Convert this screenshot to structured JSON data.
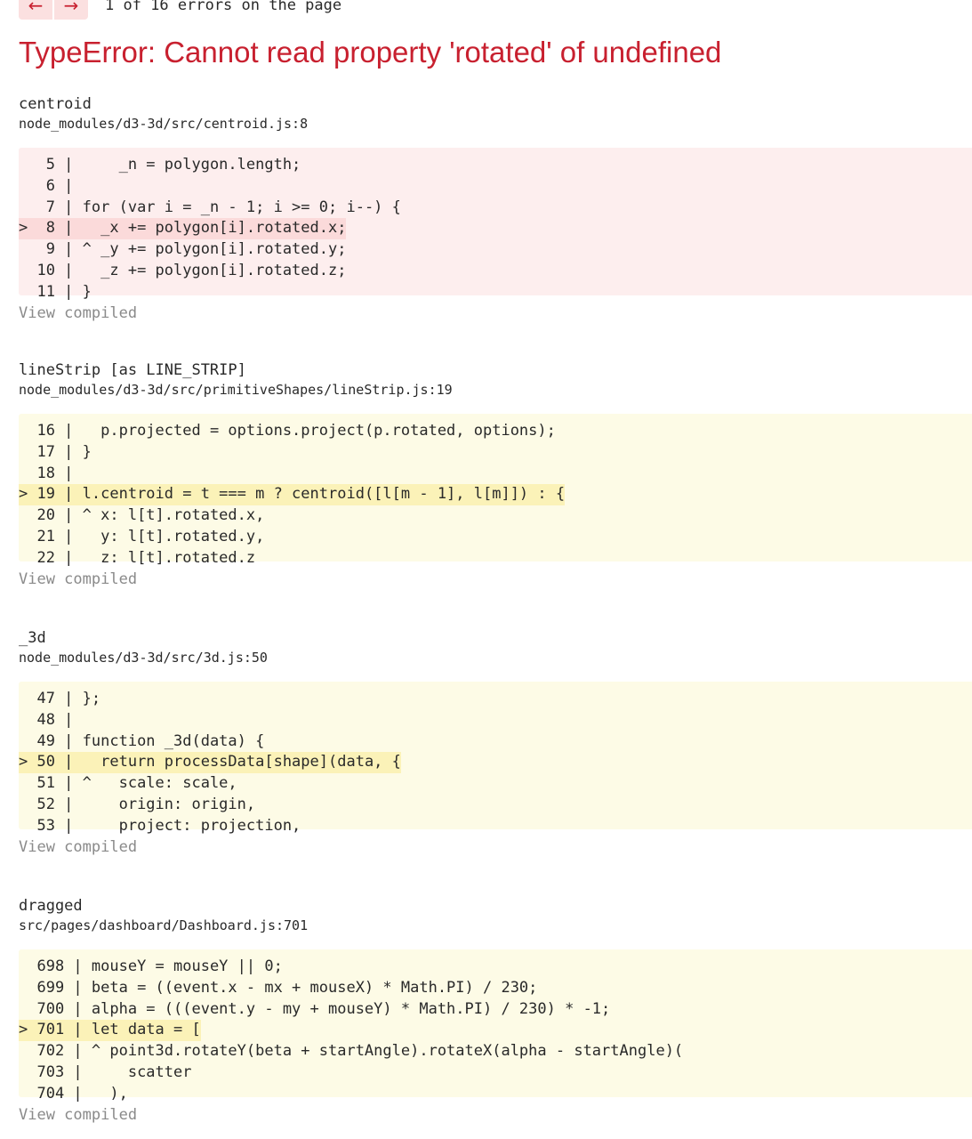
{
  "nav": {
    "prev": "←",
    "next": "→",
    "count": "1 of 16 errors on the page"
  },
  "error": {
    "title": "TypeError: Cannot read property 'rotated' of undefined"
  },
  "frames": [
    {
      "function": "centroid",
      "file": "node_modules/d3-3d/src/centroid.js:8",
      "variant": "error",
      "lines": [
        {
          "gutter": "   5 |",
          "code": "     _n = polygon.length;",
          "active": false
        },
        {
          "gutter": "   6 |",
          "code": "",
          "active": false
        },
        {
          "gutter": "   7 |",
          "code": " for (var i = _n - 1; i >= 0; i--) {",
          "active": false
        },
        {
          "gutter": ">  8 |",
          "code": "   _x += polygon[i].rotated.x;",
          "active": true
        },
        {
          "gutter": "   9 |",
          "code": " ^ _y += polygon[i].rotated.y;",
          "active": false
        },
        {
          "gutter": "  10 |",
          "code": "   _z += polygon[i].rotated.z;",
          "active": false
        },
        {
          "gutter": "  11 |",
          "code": " }",
          "active": false
        }
      ],
      "view_label": "View compiled"
    },
    {
      "function": "lineStrip [as LINE_STRIP]",
      "file": "node_modules/d3-3d/src/primitiveShapes/lineStrip.js:19",
      "variant": "warn",
      "lines": [
        {
          "gutter": "  16 |",
          "code": "   p.projected = options.project(p.rotated, options);",
          "active": false
        },
        {
          "gutter": "  17 |",
          "code": " }",
          "active": false
        },
        {
          "gutter": "  18 |",
          "code": "",
          "active": false
        },
        {
          "gutter": "> 19 |",
          "code": " l.centroid = t === m ? centroid([l[m - 1], l[m]]) : {",
          "active": true
        },
        {
          "gutter": "  20 |",
          "code": " ^ x: l[t].rotated.x,",
          "active": false
        },
        {
          "gutter": "  21 |",
          "code": "   y: l[t].rotated.y,",
          "active": false
        },
        {
          "gutter": "  22 |",
          "code": "   z: l[t].rotated.z",
          "active": false
        }
      ],
      "view_label": "View compiled"
    },
    {
      "function": "_3d",
      "file": "node_modules/d3-3d/src/3d.js:50",
      "variant": "warn",
      "lines": [
        {
          "gutter": "  47 |",
          "code": " };",
          "active": false
        },
        {
          "gutter": "  48 |",
          "code": "",
          "active": false
        },
        {
          "gutter": "  49 |",
          "code": " function _3d(data) {",
          "active": false
        },
        {
          "gutter": "> 50 |",
          "code": "   return processData[shape](data, {",
          "active": true
        },
        {
          "gutter": "  51 |",
          "code": " ^   scale: scale,",
          "active": false
        },
        {
          "gutter": "  52 |",
          "code": "     origin: origin,",
          "active": false
        },
        {
          "gutter": "  53 |",
          "code": "     project: projection,",
          "active": false
        }
      ],
      "view_label": "View compiled"
    },
    {
      "function": "dragged",
      "file": "src/pages/dashboard/Dashboard.js:701",
      "variant": "warn",
      "lines": [
        {
          "gutter": "  698 |",
          "code": " mouseY = mouseY || 0;",
          "active": false
        },
        {
          "gutter": "  699 |",
          "code": " beta = ((event.x - mx + mouseX) * Math.PI) / 230;",
          "active": false
        },
        {
          "gutter": "  700 |",
          "code": " alpha = (((event.y - my + mouseY) * Math.PI) / 230) * -1;",
          "active": false
        },
        {
          "gutter": "> 701 |",
          "code": " let data = [",
          "active": true
        },
        {
          "gutter": "  702 |",
          "code": " ^ point3d.rotateY(beta + startAngle).rotateX(alpha - startAngle)(",
          "active": false
        },
        {
          "gutter": "  703 |",
          "code": "     scatter",
          "active": false
        },
        {
          "gutter": "  704 |",
          "code": "   ),",
          "active": false
        }
      ],
      "view_label": "View compiled"
    }
  ]
}
